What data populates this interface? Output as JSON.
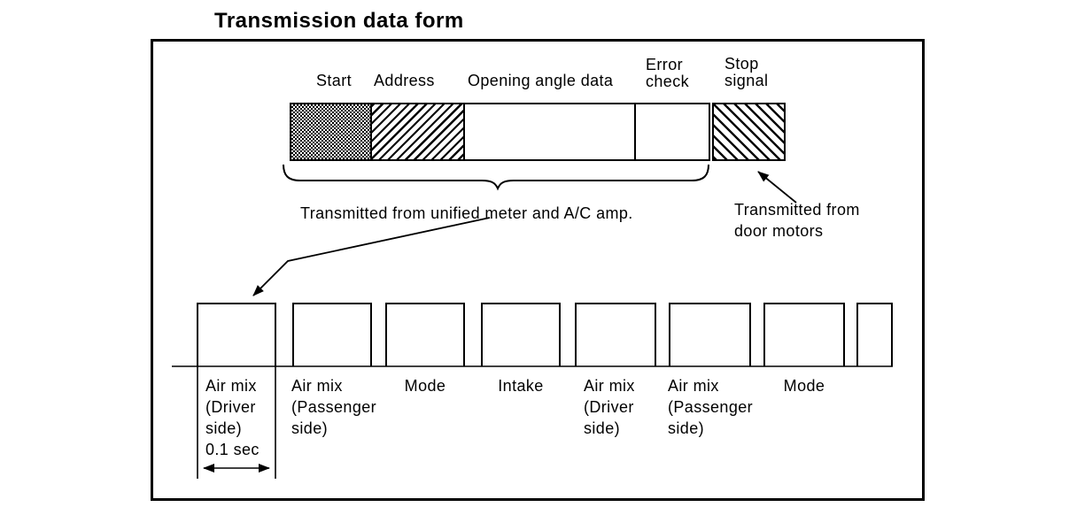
{
  "title": "Transmission data form",
  "colors": {
    "ink": "#000000",
    "paper": "#ffffff"
  },
  "form": {
    "segments": [
      {
        "name": "start",
        "label": "Start",
        "pattern": "crosshatch"
      },
      {
        "name": "address",
        "label": "Address",
        "pattern": "diagonal-up"
      },
      {
        "name": "opening",
        "label": "Opening angle data",
        "pattern": "none"
      },
      {
        "name": "error",
        "label": "Error check",
        "pattern": "none"
      },
      {
        "name": "stop",
        "label": "Stop signal",
        "pattern": "diagonal-down"
      }
    ],
    "labels": {
      "start": "Start",
      "address": "Address",
      "opening": "Opening angle data",
      "error": [
        "Error",
        "check"
      ],
      "stop": [
        "Stop",
        "signal"
      ]
    },
    "meter_caption": "Transmitted from unified meter and A/C amp.",
    "door_caption": [
      "Transmitted from",
      "door motors"
    ]
  },
  "timing": {
    "pulse_labels": [
      [
        "Air mix",
        "(Driver",
        "side)",
        "0.1 sec"
      ],
      [
        "Air mix",
        "(Passenger",
        "side)"
      ],
      [
        "Mode"
      ],
      [
        "Intake"
      ],
      [
        "Air mix",
        "(Driver",
        "side)"
      ],
      [
        "Air mix",
        "(Passenger",
        "side)"
      ],
      [
        "Mode"
      ]
    ],
    "duration": "0.1 sec"
  }
}
